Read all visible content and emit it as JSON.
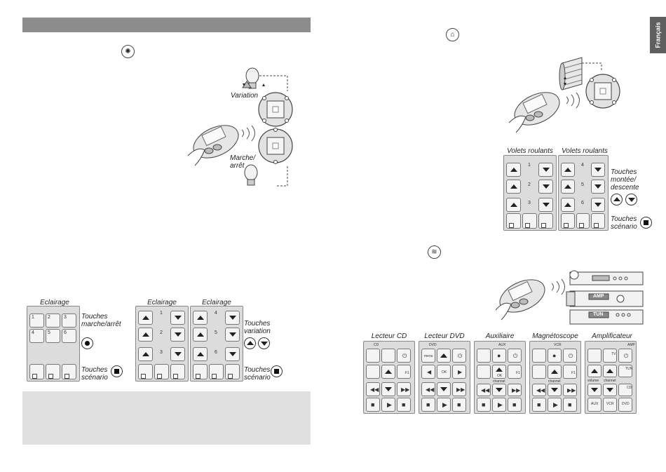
{
  "side_tab": {
    "label": "Français"
  },
  "lighting": {
    "icon": "lightbulb-icon",
    "diagram_variation": "Variation",
    "diagram_marche_1": "Marche/",
    "diagram_marche_2": "arrêt",
    "panel1_title": "Eclairage",
    "panel2_title": "Eclairage",
    "panel3_title": "Eclairage",
    "touches_marche_1": "Touches",
    "touches_marche_2": "marche/arrêt",
    "touches_scenario_1": "Touches",
    "touches_scenario_2": "scénario",
    "touches_variation_1": "Touches",
    "touches_variation_2": "variation",
    "touches_scenario2_1": "Touches",
    "touches_scenario2_2": "scénario",
    "grid_numbers": [
      "1",
      "2",
      "3",
      "4",
      "5",
      "6"
    ],
    "pair_numbers_a": [
      "1",
      "2",
      "3"
    ],
    "pair_numbers_b": [
      "4",
      "5",
      "6"
    ]
  },
  "shutters": {
    "icon": "house-icon",
    "panel1_title": "Volets roulants",
    "panel2_title": "Volets roulants",
    "touches_montee_1": "Touches",
    "touches_montee_2": "montée/",
    "touches_montee_3": "descente",
    "touches_scenario_1": "Touches",
    "touches_scenario_2": "scénario",
    "pair_numbers_a": [
      "1",
      "2",
      "3"
    ],
    "pair_numbers_b": [
      "4",
      "5",
      "6"
    ]
  },
  "av": {
    "icon": "media-icon",
    "devices": [
      "AMP",
      "TUN"
    ],
    "panels": [
      {
        "title": "Lecteur CD",
        "top_label": "CD"
      },
      {
        "title": "Lecteur DVD",
        "top_label": "DVD"
      },
      {
        "title": "Auxiliaire",
        "top_label": "AUX"
      },
      {
        "title": "Magnétoscope",
        "top_label": "VCR"
      },
      {
        "title": "Amplificateur",
        "top_label": "AMP"
      }
    ],
    "mini_labels": {
      "menu": "menu",
      "ok": "OK",
      "f1": "F1",
      "channel": "channel",
      "volume": "volume",
      "tv": "TV",
      "tun": "TUN",
      "cd": "CD",
      "aux": "AUX",
      "vcr": "VCR",
      "dvd": "DVD"
    }
  }
}
